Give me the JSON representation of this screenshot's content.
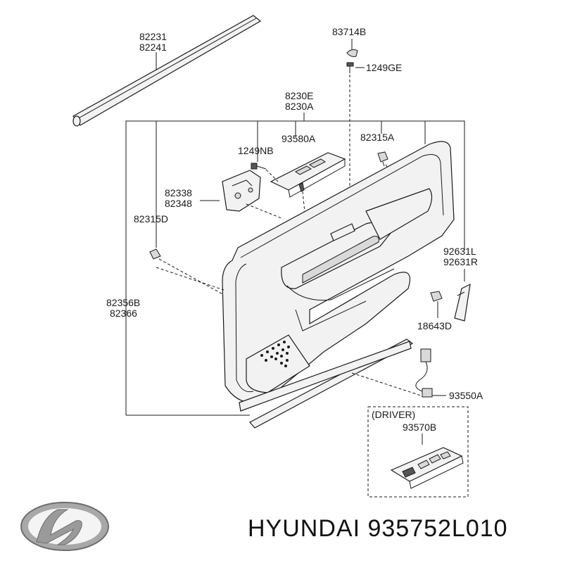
{
  "labels": {
    "p82231": "82231",
    "p82241": "82241",
    "p83714B": "83714B",
    "p1249GE": "1249GE",
    "p8230E": "8230E",
    "p8230A": "8230A",
    "p93580A": "93580A",
    "p1249NB": "1249NB",
    "p82315A": "82315A",
    "p82338": "82338",
    "p82348": "82348",
    "p82315D": "82315D",
    "p92631L": "92631L",
    "p92631R": "92631R",
    "p82356B": "82356B",
    "p82366": "82366",
    "p18643D": "18643D",
    "p93550A": "93550A",
    "driver": "(DRIVER)",
    "p93570B": "93570B"
  },
  "footer": {
    "brand_part": "HYUNDAI 935752L010",
    "logo_icon": "hyundai-logo-icon"
  },
  "colors": {
    "line": "#1a1a1a",
    "part_fill": "#f2f2f2",
    "logo": "#9a9a9a"
  }
}
